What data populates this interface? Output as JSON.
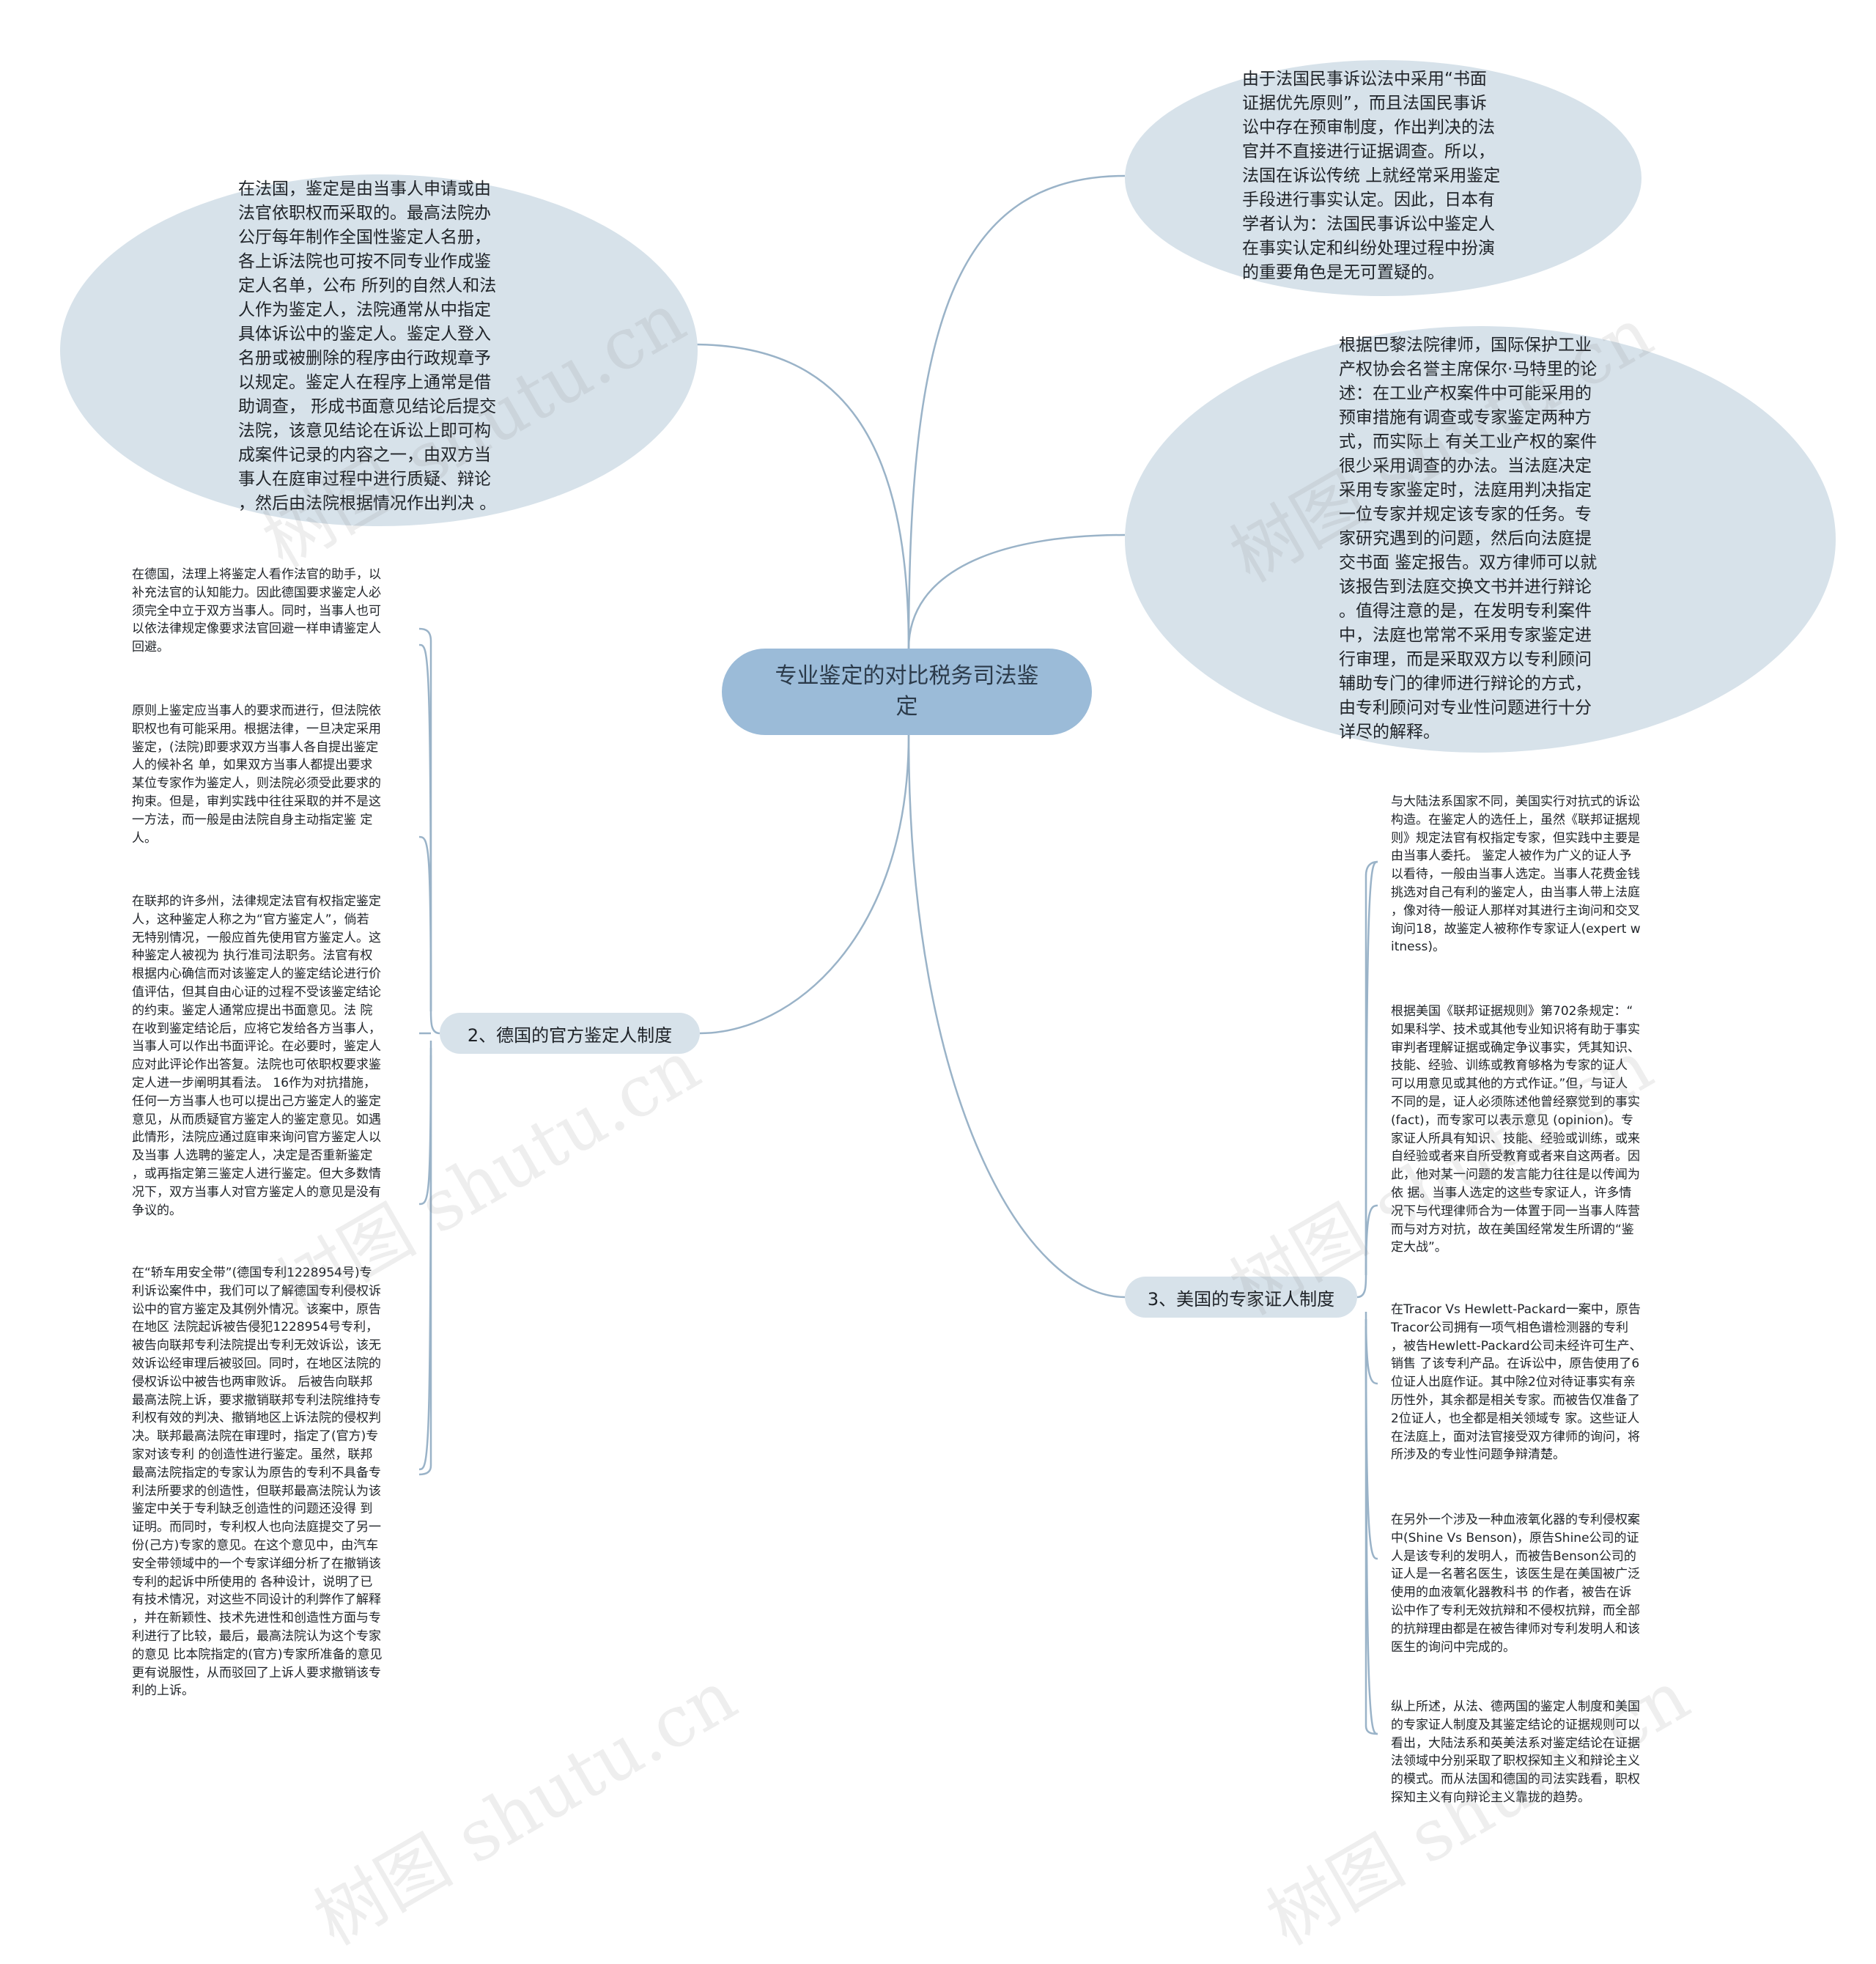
{
  "root": {
    "title": "专业鉴定的对比税务司法鉴定"
  },
  "top_nodes": {
    "france": "在法国，鉴定是由当事人申请或由\n法官依职权而采取的。最高法院办\n公厅每年制作全国性鉴定人名册，\n各上诉法院也可按不同专业作成鉴\n定人名单，公布 所列的自然人和法\n人作为鉴定人，法院通常从中指定\n具体诉讼中的鉴定人。鉴定人登入\n名册或被删除的程序由行政规章予\n以规定。鉴定人在程序上通常是借\n助调查，  形成书面意见结论后提交\n法院，该意见结论在诉讼上即可构\n成案件记录的内容之一，由双方当\n事人在庭审过程中进行质疑、辩论\n，然后由法院根据情况作出判决 。",
    "france_doc": "由于法国民事诉讼法中采用“书面\n证据优先原则”，而且法国民事诉\n讼中存在预审制度，作出判决的法\n官并不直接进行证据调查。所以，\n法国在诉讼传统 上就经常采用鉴定\n手段进行事实认定。因此，日本有\n学者认为：法国民事诉讼中鉴定人\n在事实认定和纠纷处理过程中扮演\n的重要角色是无可置疑的。",
    "paris": "根据巴黎法院律师，国际保护工业\n产权协会名誉主席保尔·马特里的论\n述：在工业产权案件中可能采用的\n预审措施有调查或专家鉴定两种方\n式，而实际上 有关工业产权的案件\n很少采用调查的办法。当法庭决定\n采用专家鉴定时，法庭用判决指定\n一位专家并规定该专家的任务。专\n家研究遇到的问题，然后向法庭提\n交书面 鉴定报告。双方律师可以就\n该报告到法庭交换文书并进行辩论\n。值得注意的是，在发明专利案件\n中，法庭也常常不采用专家鉴定进\n行审理，而是采取双方以专利顾问\n辅助专门的律师进行辩论的方式，\n由专利顾问对专业性问题进行十分\n详尽的解释。"
  },
  "branches": {
    "germany": "2、德国的官方鉴定人制度",
    "usa": "3、美国的专家证人制度"
  },
  "germany_leaves": [
    "在德国，法理上将鉴定人看作法官的助手，以\n补充法官的认知能力。因此德国要求鉴定人必\n须完全中立于双方当事人。同时，当事人也可\n以依法律规定像要求法官回避一样申请鉴定人\n回避。",
    "原则上鉴定应当事人的要求而进行，但法院依\n职权也有可能采用。根据法律，一旦决定采用\n鉴定，(法院)即要求双方当事人各自提出鉴定\n人的候补名 单，如果双方当事人都提出要求\n某位专家作为鉴定人，则法院必须受此要求的\n拘束。但是，审判实践中往往采取的并不是这\n一方法，而一般是由法院自身主动指定鉴 定\n人。",
    "在联邦的许多州，法律规定法官有权指定鉴定\n人，这种鉴定人称之为“官方鉴定人”，倘若\n无特别情况，一般应首先使用官方鉴定人。这\n种鉴定人被视为 执行准司法职务。法官有权\n根据内心确信而对该鉴定人的鉴定结论进行价\n值评估，但其自由心证的过程不受该鉴定结论\n的约束。鉴定人通常应提出书面意见。法 院\n在收到鉴定结论后，应将它发给各方当事人，\n当事人可以作出书面评论。在必要时，鉴定人\n应对此评论作出答复。法院也可依职权要求鉴\n定人进一步阐明其看法。 16作为对抗措施，\n任何一方当事人也可以提出己方鉴定人的鉴定\n意见，从而质疑官方鉴定人的鉴定意见。如遇\n此情形，法院应通过庭审来询问官方鉴定人以\n及当事 人选聘的鉴定人，决定是否重新鉴定\n，或再指定第三鉴定人进行鉴定。但大多数情\n况下，双方当事人对官方鉴定人的意见是没有\n争议的。",
    "在“轿车用安全带”(德国专利1228954号)专\n利诉讼案件中，我们可以了解德国专利侵权诉\n讼中的官方鉴定及其例外情况。该案中，原告\n在地区 法院起诉被告侵犯1228954号专利，\n被告向联邦专利法院提出专利无效诉讼，该无\n效诉讼经审理后被驳回。同时，在地区法院的\n侵权诉讼中被告也两审败诉。 后被告向联邦\n最高法院上诉，要求撤销联邦专利法院维持专\n利权有效的判决、撤销地区上诉法院的侵权判\n决。联邦最高法院在审理时，指定了(官方)专\n家对该专利 的创造性进行鉴定。虽然，联邦\n最高法院指定的专家认为原告的专利不具备专\n利法所要求的创造性，但联邦最高法院认为该\n鉴定中关于专利缺乏创造性的问题还没得 到\n证明。而同时，专利权人也向法庭提交了另一\n份(己方)专家的意见。在这个意见中，由汽车\n安全带领域中的一个专家详细分析了在撤销该\n专利的起诉中所使用的 各种设计，说明了已\n有技术情况，对这些不同设计的利弊作了解释\n，并在新颖性、技术先进性和创造性方面与专\n利进行了比较，最后，最高法院认为这个专家\n的意见 比本院指定的(官方)专家所准备的意见\n更有说服性，从而驳回了上诉人要求撤销该专\n利的上诉。"
  ],
  "usa_leaves": [
    "与大陆法系国家不同，美国实行对抗式的诉讼\n构造。在鉴定人的选任上，虽然《联邦证据规\n则》规定法官有权指定专家，但实践中主要是\n由当事人委托。 鉴定人被作为广义的证人予\n以看待，一般由当事人选定。当事人花费金钱\n挑选对自己有利的鉴定人，由当事人带上法庭\n，像对待一般证人那样对其进行主询问和交叉\n 询问18，故鉴定人被称作专家证人(expert w\nitness)。",
    "根据美国《联邦证据规则》第702条规定：“\n如果科学、技术或其他专业知识将有助于事实\n审判者理解证据或确定争议事实，凭其知识、\n技能、经验、训练或教育够格为专家的证人\n可以用意见或其他的方式作证。”但，与证人\n不同的是，证人必须陈述他曾经察觉到的事实\n(fact)，而专家可以表示意见 (opinion)。专\n家证人所具有知识、技能、经验或训练，或来\n自经验或者来自所受教育或者来自这两者。因\n此，他对某一问题的发言能力往往是以传闻为\n依 据。当事人选定的这些专家证人，许多情\n况下与代理律师合为一体置于同一当事人阵营\n而与对方对抗，故在美国经常发生所谓的“鉴\n定大战”。",
    "在Tracor Vs Hewlett-Packard一案中，原告\nTracor公司拥有一项气相色谱检测器的专利\n，被告Hewlett-Packard公司未经许可生产、\n销售 了该专利产品。在诉讼中，原告使用了6\n位证人出庭作证。其中除2位对待证事实有亲\n历性外，其余都是相关专家。而被告仅准备了\n2位证人，也全都是相关领域专 家。这些证人\n在法庭上，面对法官接受双方律师的询问，将\n所涉及的专业性问题争辩清楚。",
    "在另外一个涉及一种血液氧化器的专利侵权案\n中(Shine Vs Benson)，原告Shine公司的证\n人是该专利的发明人，而被告Benson公司的\n证人是一名著名医生，该医生是在美国被广泛\n使用的血液氧化器教科书 的作者，被告在诉\n讼中作了专利无效抗辩和不侵权抗辩，而全部\n的抗辩理由都是在被告律师对专利发明人和该\n医生的询问中完成的。",
    "纵上所述，从法、德两国的鉴定人制度和美国\n的专家证人制度及其鉴定结论的证据规则可以\n看出，大陆法系和英美法系对鉴定结论在证据\n法领域中分别采取了职权探知主义和辩论主义\n的模式。而从法国和德国的司法实践看，职权\n探知主义有向辩论主义靠拢的趋势。"
  ],
  "watermarks": [
    "树图 shutu.cn",
    "树图 shutu.cn",
    "树图 shutu.cn",
    "树图 shutu.cn",
    "树图 shutu.cn",
    "树图 shutu.cn"
  ],
  "colors": {
    "root": "#9bbbd8",
    "node": "#d7e2ea",
    "line": "#9ab3c8"
  }
}
